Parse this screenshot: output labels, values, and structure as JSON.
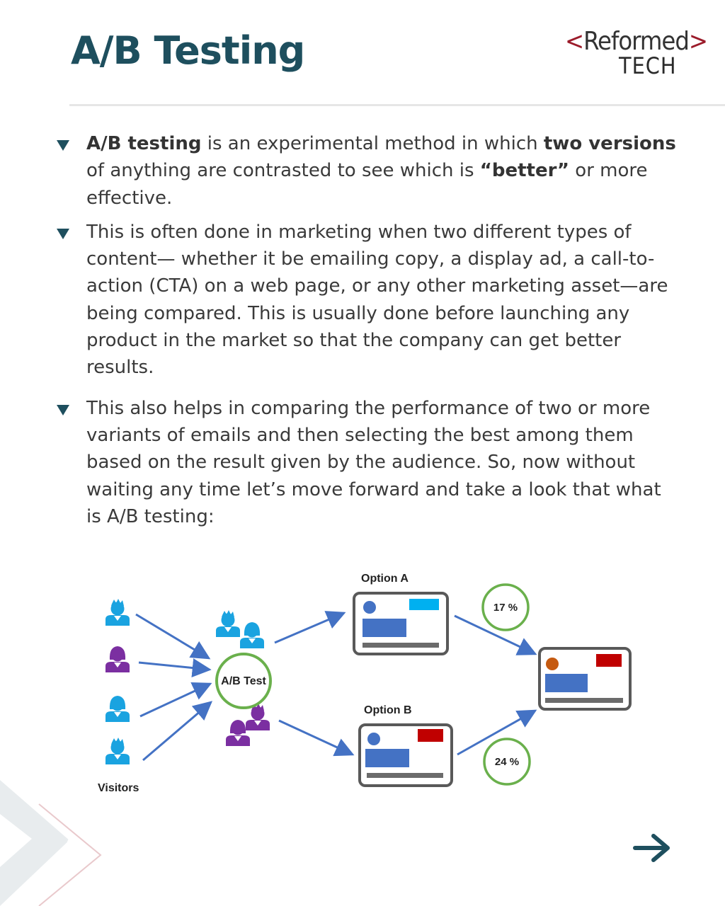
{
  "header": {
    "title": "A/B Testing",
    "logo": {
      "line1_open": "<",
      "line1_word": "Reformed",
      "line1_close": ">",
      "line2": "TECH"
    }
  },
  "bullets": [
    {
      "p1_bold": "A/B testing",
      "p2": " is an experimental method in which ",
      "p3_bold": "two versions",
      "p4": " of anything are contrasted to see which is ",
      "p5_bold": "“better”",
      "p6": " or more effective."
    },
    {
      "text": "This is often done in marketing when two different types of content— whether it be emailing copy, a display ad, a call-to-action (CTA) on a web page, or any other marketing asset—are being compared. This is usually done before launching any product in the market so that the company can get better results."
    },
    {
      "text": "This also helps in comparing the performance of two or more variants of emails and then selecting the best among them based on the result given by the audience. So, now without waiting any time let’s move forward and take a look that what is A/B testing:"
    }
  ],
  "diagram": {
    "visitors_label": "Visitors",
    "test_label": "A/B Test",
    "option_a_label": "Option A",
    "option_b_label": "Option B",
    "rate_a": "17 %",
    "rate_b": "24 %",
    "colors": {
      "cyan_person": "#1aa3e0",
      "purple_person": "#7b2fa1",
      "arrow": "#4472c4",
      "circle": "#6ab04c",
      "block_blue": "#4472c4",
      "accent_cyan": "#00b0f0",
      "accent_red": "#c00000",
      "dot_orange": "#c55a11"
    }
  }
}
